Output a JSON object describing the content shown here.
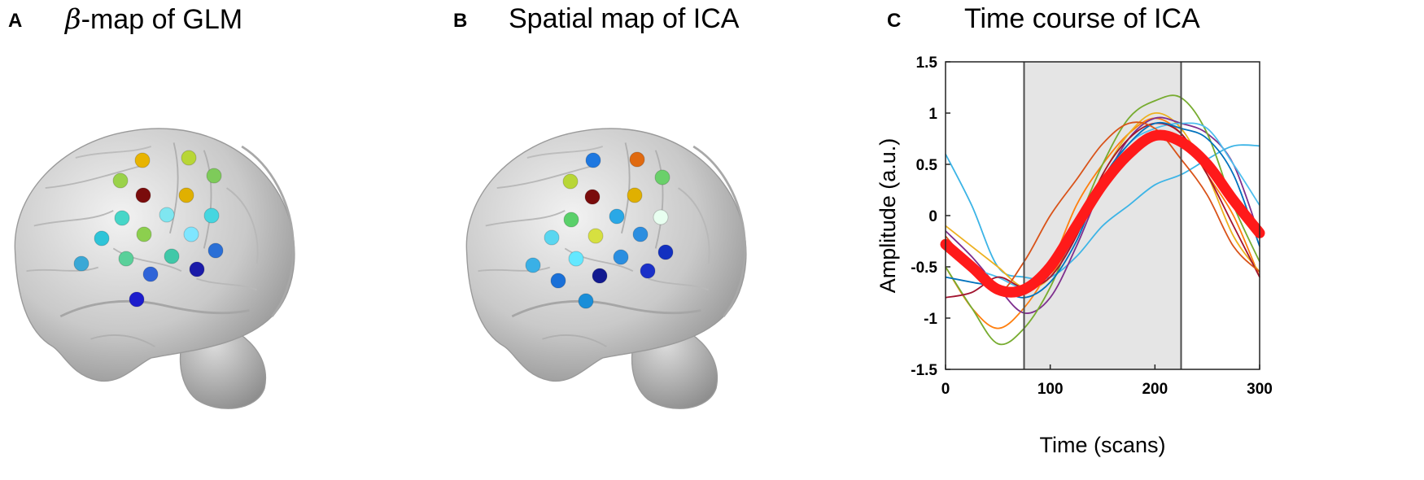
{
  "panels": {
    "a": {
      "label": "A",
      "title_symbol": "β",
      "title_rest": "-map of GLM"
    },
    "b": {
      "label": "B",
      "title": "Spatial map of ICA"
    },
    "c": {
      "label": "C",
      "title": "Time course of ICA"
    }
  },
  "colors": {
    "brain_light": "#f2f2f2",
    "brain_mid": "#c9c9c9",
    "brain_dark": "#8e8e8e",
    "mean_line": "#ff1a1a",
    "shade": "#e5e5e5",
    "stim_line": "#4d4d4d"
  },
  "brain_a_dots": [
    {
      "c": "#e8b400"
    },
    {
      "c": "#b8d636"
    },
    {
      "c": "#9ad24a"
    },
    {
      "c": "#7ecb5a"
    },
    {
      "c": "#7a0c0c"
    },
    {
      "c": "#e0b000"
    },
    {
      "c": "#46d6c8"
    },
    {
      "c": "#7fe6f0"
    },
    {
      "c": "#46d6e0"
    },
    {
      "c": "#2ec4d8"
    },
    {
      "c": "#8ccf4e"
    },
    {
      "c": "#7fe6ff"
    },
    {
      "c": "#3aa8d6"
    },
    {
      "c": "#5ad09a"
    },
    {
      "c": "#40c8a8"
    },
    {
      "c": "#2a6fd6"
    },
    {
      "c": "#2f64d8"
    },
    {
      "c": "#1a1aa8"
    },
    {
      "c": "#1c1ccc"
    },
    {
      "c": "#2aa0c8"
    }
  ],
  "brain_b_dots": [
    {
      "c": "#1e78e0"
    },
    {
      "c": "#e06a10"
    },
    {
      "c": "#b8d636"
    },
    {
      "c": "#6ad06a"
    },
    {
      "c": "#7a0c0c"
    },
    {
      "c": "#e0b000"
    },
    {
      "c": "#5ad06a"
    },
    {
      "c": "#2aa8e6"
    },
    {
      "c": "#e8fff0"
    },
    {
      "c": "#5ad6f0"
    },
    {
      "c": "#d6e040"
    },
    {
      "c": "#2c8ee0"
    },
    {
      "c": "#3ab0e6"
    },
    {
      "c": "#64e8ff"
    },
    {
      "c": "#2a8ee0"
    },
    {
      "c": "#1230c0"
    },
    {
      "c": "#121a90"
    },
    {
      "c": "#1a30c8"
    },
    {
      "c": "#1a70d8"
    },
    {
      "c": "#1a8ed8"
    }
  ],
  "chart_data": {
    "type": "line",
    "title": "Time course of ICA",
    "xlabel": "Time (scans)",
    "ylabel": "Amplitude (a.u.)",
    "xlim": [
      0,
      300
    ],
    "ylim": [
      -1.5,
      1.5
    ],
    "xticks": [
      0,
      100,
      200,
      300
    ],
    "yticks": [
      -1.5,
      -1,
      -0.5,
      0,
      0.5,
      1,
      1.5
    ],
    "yticklabels": [
      "-1.5",
      "-1",
      "-0.5",
      "0",
      "0.5",
      "1",
      "1.5"
    ],
    "stimulus_block": [
      75,
      225
    ],
    "x": [
      0,
      25,
      50,
      75,
      100,
      125,
      150,
      175,
      200,
      225,
      250,
      275,
      300
    ],
    "mean": {
      "values": [
        -0.28,
        -0.5,
        -0.72,
        -0.72,
        -0.5,
        -0.1,
        0.3,
        0.6,
        0.78,
        0.72,
        0.5,
        0.15,
        -0.17
      ],
      "color": "#ff1a1a"
    },
    "series": [
      {
        "color": "#3cb4e6",
        "values": [
          0.6,
          0.1,
          -0.5,
          -0.6,
          -0.6,
          -0.4,
          -0.1,
          0.1,
          0.3,
          0.4,
          0.55,
          0.68,
          0.68
        ]
      },
      {
        "color": "#ff7f0e",
        "values": [
          -0.5,
          -0.9,
          -1.1,
          -0.9,
          -0.5,
          0.1,
          0.5,
          0.8,
          0.95,
          0.8,
          0.4,
          0.0,
          -0.6
        ]
      },
      {
        "color": "#edb120",
        "values": [
          -0.1,
          -0.3,
          -0.5,
          -0.7,
          -0.6,
          -0.1,
          0.4,
          0.8,
          1.0,
          0.85,
          0.4,
          -0.2,
          -0.55
        ]
      },
      {
        "color": "#7e2f8e",
        "values": [
          -0.15,
          -0.4,
          -0.7,
          -0.95,
          -0.8,
          -0.3,
          0.3,
          0.75,
          0.95,
          0.9,
          0.8,
          0.5,
          -0.2
        ]
      },
      {
        "color": "#77ac30",
        "values": [
          -0.5,
          -0.9,
          -1.25,
          -1.1,
          -0.7,
          -0.1,
          0.5,
          0.95,
          1.12,
          1.15,
          0.8,
          0.1,
          -0.45
        ]
      },
      {
        "color": "#4dbeee",
        "values": [
          -0.3,
          -0.5,
          -0.6,
          -0.7,
          -0.55,
          -0.2,
          0.3,
          0.7,
          0.85,
          0.9,
          0.85,
          0.5,
          0.1
        ]
      },
      {
        "color": "#a2142f",
        "values": [
          -0.8,
          -0.75,
          -0.6,
          -0.7,
          -0.6,
          -0.2,
          0.4,
          0.75,
          0.9,
          0.8,
          0.4,
          -0.1,
          -0.6
        ]
      },
      {
        "color": "#0072bd",
        "values": [
          -0.6,
          -0.65,
          -0.7,
          -0.8,
          -0.65,
          -0.25,
          0.35,
          0.7,
          0.9,
          0.85,
          0.75,
          0.4,
          -0.3
        ]
      },
      {
        "color": "#d95319",
        "values": [
          -0.2,
          -0.5,
          -0.75,
          -0.45,
          0.0,
          0.35,
          0.7,
          0.9,
          0.85,
          0.55,
          0.2,
          -0.3,
          -0.55
        ]
      }
    ]
  }
}
